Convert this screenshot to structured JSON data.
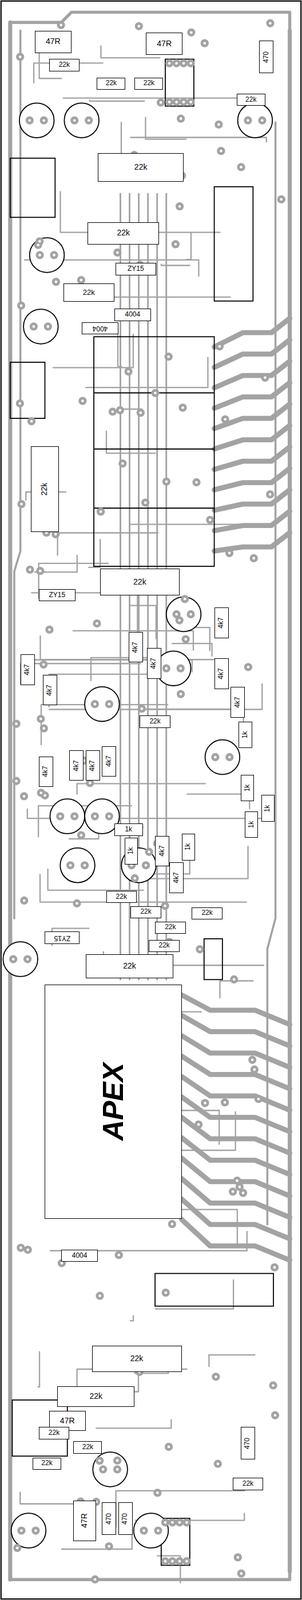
{
  "diagram": {
    "nodes": [
      {
        "text": [
          "47R"
        ]
      },
      {
        "text": [
          "47R"
        ]
      },
      {
        "text": [
          "470"
        ]
      },
      {
        "text": [
          "22k"
        ]
      },
      {
        "text": [
          "22k"
        ]
      },
      {
        "text": [
          "22k"
        ]
      },
      {
        "text": [
          "22k"
        ]
      },
      {
        "text": [
          "22k"
        ]
      },
      {
        "text": [
          "22k"
        ]
      },
      {
        "text": [
          "ZY15"
        ]
      },
      {
        "text": [
          "22k"
        ]
      },
      {
        "text": [
          "4004"
        ]
      },
      {
        "text": [
          "4004"
        ]
      },
      {
        "text": [
          "22k"
        ]
      },
      {
        "text": [
          "22k"
        ]
      },
      {
        "text": [
          "ZY15"
        ]
      },
      {
        "text": [
          "4k7"
        ]
      },
      {
        "text": [
          "4k7"
        ]
      },
      {
        "text": [
          "4k7"
        ]
      },
      {
        "text": [
          "4k7"
        ]
      },
      {
        "text": [
          "4k7"
        ]
      },
      {
        "text": [
          "4k7"
        ]
      },
      {
        "text": [
          "4k7"
        ]
      },
      {
        "text": [
          "22k"
        ]
      },
      {
        "text": [
          "1k"
        ]
      },
      {
        "text": [
          "4k7"
        ]
      },
      {
        "text": [
          "4k7"
        ]
      },
      {
        "text": [
          "4k7"
        ]
      },
      {
        "text": [
          "4k7"
        ]
      },
      {
        "text": [
          "1k"
        ]
      },
      {
        "text": [
          "1k"
        ]
      },
      {
        "text": [
          "1k"
        ]
      },
      {
        "text": [
          "1k"
        ]
      },
      {
        "text": [
          "1k"
        ]
      },
      {
        "text": [
          "4k7"
        ]
      },
      {
        "text": [
          "1k"
        ]
      },
      {
        "text": [
          "4k7"
        ]
      },
      {
        "text": [
          "22k"
        ]
      },
      {
        "text": [
          "22k"
        ]
      },
      {
        "text": [
          "22k"
        ]
      },
      {
        "text": [
          "22k"
        ]
      },
      {
        "text": [
          "ZY15"
        ]
      },
      {
        "text": [
          "22k"
        ]
      },
      {
        "text": [
          "22k"
        ]
      },
      {
        "text": [
          "APEX"
        ]
      },
      {
        "text": [
          "4004"
        ]
      },
      {
        "text": [
          "22k"
        ]
      },
      {
        "text": [
          "22k"
        ]
      },
      {
        "text": [
          "47R"
        ]
      },
      {
        "text": [
          "22k"
        ]
      },
      {
        "text": [
          "22k"
        ]
      },
      {
        "text": [
          "22k"
        ]
      },
      {
        "text": [
          "470"
        ]
      },
      {
        "text": [
          "22k"
        ]
      },
      {
        "text": [
          "47R"
        ]
      },
      {
        "text": [
          "470"
        ]
      },
      {
        "text": [
          "470"
        ]
      }
    ]
  }
}
